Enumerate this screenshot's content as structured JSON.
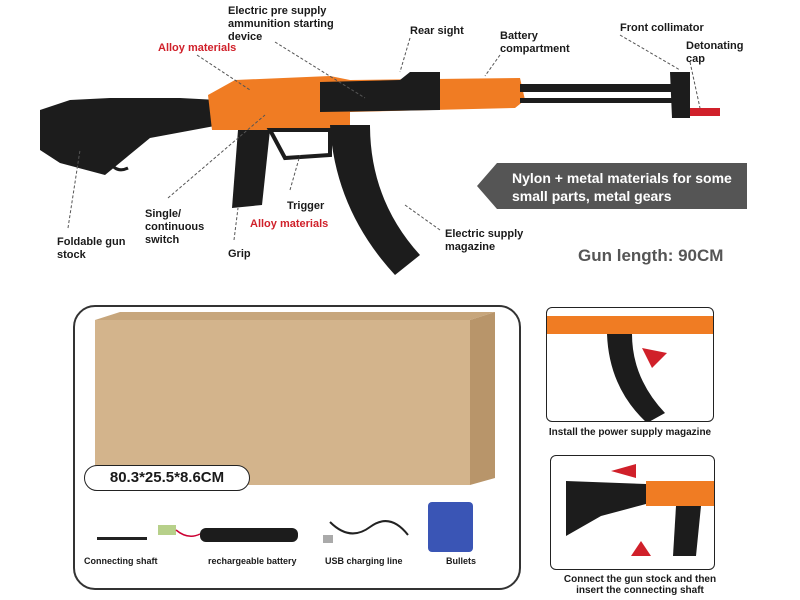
{
  "labels": {
    "electric_pre": "Electric pre supply ammunition starting device",
    "alloy_1": "Alloy materials",
    "rear_sight": "Rear sight",
    "battery_compartment": "Battery compartment",
    "front_collimator": "Front collimator",
    "detonating_cap": "Detonating cap",
    "trigger": "Trigger",
    "alloy_2": "Alloy materials",
    "single_switch": "Single/ continuous switch",
    "foldable_stock": "Foldable gun stock",
    "grip": "Grip",
    "electric_magazine": "Electric supply magazine"
  },
  "banner": "Nylon + metal materials for some small parts, metal gears",
  "gun_length": "Gun length: 90CM",
  "package_dims": "80.3*25.5*8.6CM",
  "accessories": [
    {
      "label": "Connecting shaft"
    },
    {
      "label": "rechargeable battery"
    },
    {
      "label": "USB charging line"
    },
    {
      "label": "Bullets"
    }
  ],
  "steps": [
    {
      "caption": "Install the power supply magazine"
    },
    {
      "caption": "Connect the gun stock and then insert the connecting shaft"
    }
  ],
  "colors": {
    "orange": "#f07c23",
    "red": "#d0202a",
    "black": "#1c1c1c",
    "banner": "#555555"
  }
}
